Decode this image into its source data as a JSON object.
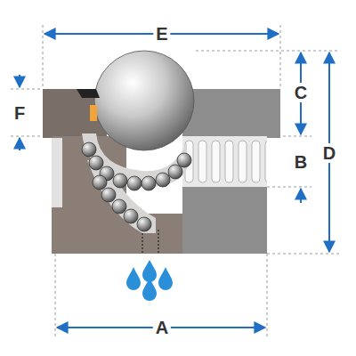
{
  "diagram": {
    "labels": [
      "E",
      "F",
      "C",
      "D",
      "B",
      "A"
    ]
  }
}
